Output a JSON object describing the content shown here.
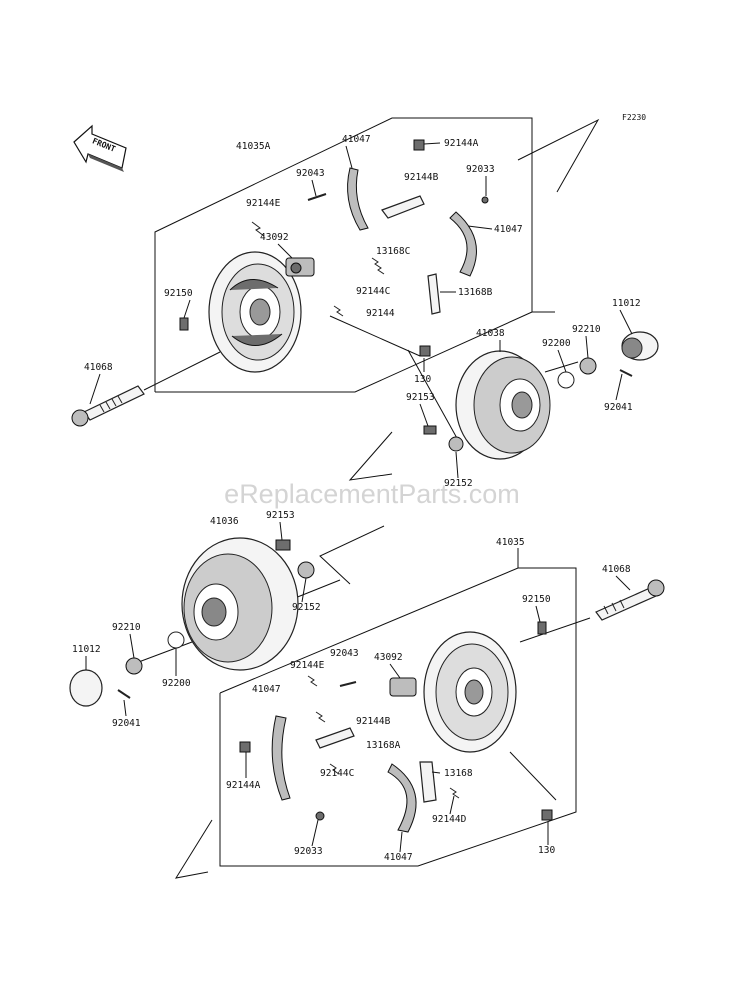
{
  "ref_code": "F2230",
  "front_label": "FRONT",
  "watermark": "eReplacementParts.com",
  "labels": {
    "a41035A": "41035A",
    "a41047_top": "41047",
    "a92144A_top": "92144A",
    "a92043_top": "92043",
    "a92144B_top": "92144B",
    "a92033_top": "92033",
    "a92144E_top": "92144E",
    "a43092_top": "43092",
    "a13168C": "13168C",
    "a41047_mid": "41047",
    "a92150_top": "92150",
    "a92144C_top": "92144C",
    "a13168B": "13168B",
    "a92144_top": "92144",
    "a11012_top": "11012",
    "a41038": "41038",
    "a92210_top": "92210",
    "a92200_top": "92200",
    "a41068_top": "41068",
    "a130_top": "130",
    "a92153_top": "92153",
    "a92041_top": "92041",
    "a92152_top": "92152",
    "a41036": "41036",
    "a92153_bot": "92153",
    "a41035": "41035",
    "a41068_bot": "41068",
    "a92152_bot": "92152",
    "a92150_bot": "92150",
    "a92210_bot": "92210",
    "a11012_bot": "11012",
    "a92200_bot": "92200",
    "a92043_bot": "92043",
    "a43092_bot": "43092",
    "a92144E_bot": "92144E",
    "a41047_bot": "41047",
    "a92144B_bot": "92144B",
    "a92041_bot": "92041",
    "a13168A": "13168A",
    "a92144A_bot": "92144A",
    "a92144C_bot": "92144C",
    "a13168": "13168",
    "a92144D": "92144D",
    "a92033_bot": "92033",
    "a41047_bot2": "41047",
    "a130_bot": "130"
  }
}
